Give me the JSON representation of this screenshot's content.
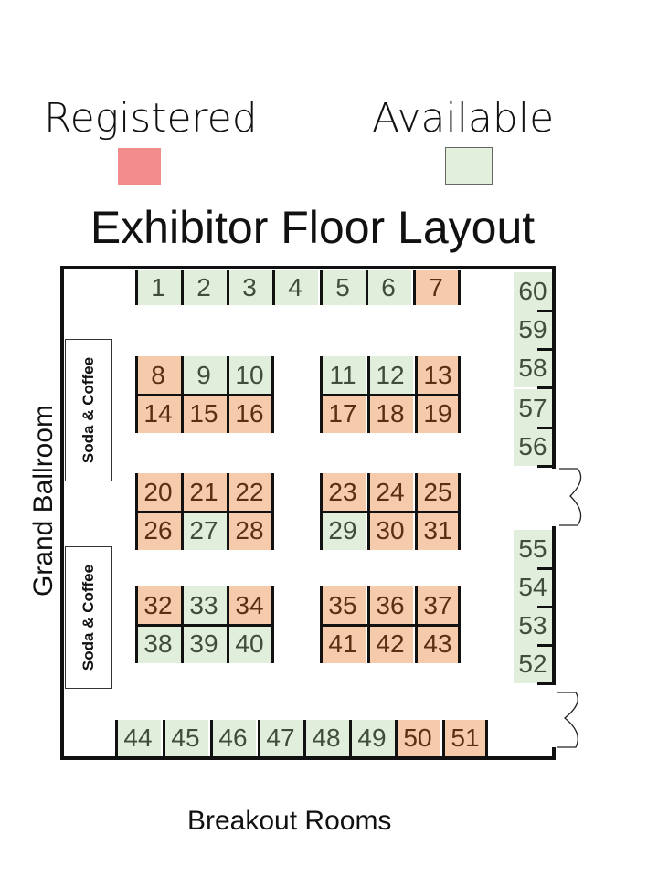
{
  "legend": {
    "registered_label": "Registered",
    "available_label": "Available",
    "registered_color": "#f28b8b",
    "available_color": "#e2efda"
  },
  "title": "Exhibitor Floor Layout",
  "labels": {
    "left": "Grand Ballroom",
    "bottom": "Breakout Rooms",
    "soda_top": "Soda & Coffee",
    "soda_bottom": "Soda & Coffee"
  },
  "booth_colors": {
    "registered": "#f6cbac",
    "available": "#e2eedc"
  },
  "booths": [
    {
      "n": "1",
      "s": "available"
    },
    {
      "n": "2",
      "s": "available"
    },
    {
      "n": "3",
      "s": "available"
    },
    {
      "n": "4",
      "s": "available"
    },
    {
      "n": "5",
      "s": "available"
    },
    {
      "n": "6",
      "s": "available"
    },
    {
      "n": "7",
      "s": "registered"
    },
    {
      "n": "8",
      "s": "registered"
    },
    {
      "n": "9",
      "s": "available"
    },
    {
      "n": "10",
      "s": "available"
    },
    {
      "n": "11",
      "s": "available"
    },
    {
      "n": "12",
      "s": "available"
    },
    {
      "n": "13",
      "s": "registered"
    },
    {
      "n": "14",
      "s": "registered"
    },
    {
      "n": "15",
      "s": "registered"
    },
    {
      "n": "16",
      "s": "registered"
    },
    {
      "n": "17",
      "s": "registered"
    },
    {
      "n": "18",
      "s": "registered"
    },
    {
      "n": "19",
      "s": "registered"
    },
    {
      "n": "20",
      "s": "registered"
    },
    {
      "n": "21",
      "s": "registered"
    },
    {
      "n": "22",
      "s": "registered"
    },
    {
      "n": "23",
      "s": "registered"
    },
    {
      "n": "24",
      "s": "registered"
    },
    {
      "n": "25",
      "s": "registered"
    },
    {
      "n": "26",
      "s": "registered"
    },
    {
      "n": "27",
      "s": "available"
    },
    {
      "n": "28",
      "s": "registered"
    },
    {
      "n": "29",
      "s": "available"
    },
    {
      "n": "30",
      "s": "registered"
    },
    {
      "n": "31",
      "s": "registered"
    },
    {
      "n": "32",
      "s": "registered"
    },
    {
      "n": "33",
      "s": "available"
    },
    {
      "n": "34",
      "s": "registered"
    },
    {
      "n": "35",
      "s": "registered"
    },
    {
      "n": "36",
      "s": "registered"
    },
    {
      "n": "37",
      "s": "registered"
    },
    {
      "n": "38",
      "s": "available"
    },
    {
      "n": "39",
      "s": "available"
    },
    {
      "n": "40",
      "s": "available"
    },
    {
      "n": "41",
      "s": "registered"
    },
    {
      "n": "42",
      "s": "registered"
    },
    {
      "n": "43",
      "s": "registered"
    },
    {
      "n": "44",
      "s": "available"
    },
    {
      "n": "45",
      "s": "available"
    },
    {
      "n": "46",
      "s": "available"
    },
    {
      "n": "47",
      "s": "available"
    },
    {
      "n": "48",
      "s": "available"
    },
    {
      "n": "49",
      "s": "available"
    },
    {
      "n": "50",
      "s": "registered"
    },
    {
      "n": "51",
      "s": "registered"
    },
    {
      "n": "52",
      "s": "available"
    },
    {
      "n": "53",
      "s": "available"
    },
    {
      "n": "54",
      "s": "available"
    },
    {
      "n": "55",
      "s": "available"
    },
    {
      "n": "56",
      "s": "available"
    },
    {
      "n": "57",
      "s": "available"
    },
    {
      "n": "58",
      "s": "available"
    },
    {
      "n": "59",
      "s": "available"
    },
    {
      "n": "60",
      "s": "available"
    }
  ]
}
